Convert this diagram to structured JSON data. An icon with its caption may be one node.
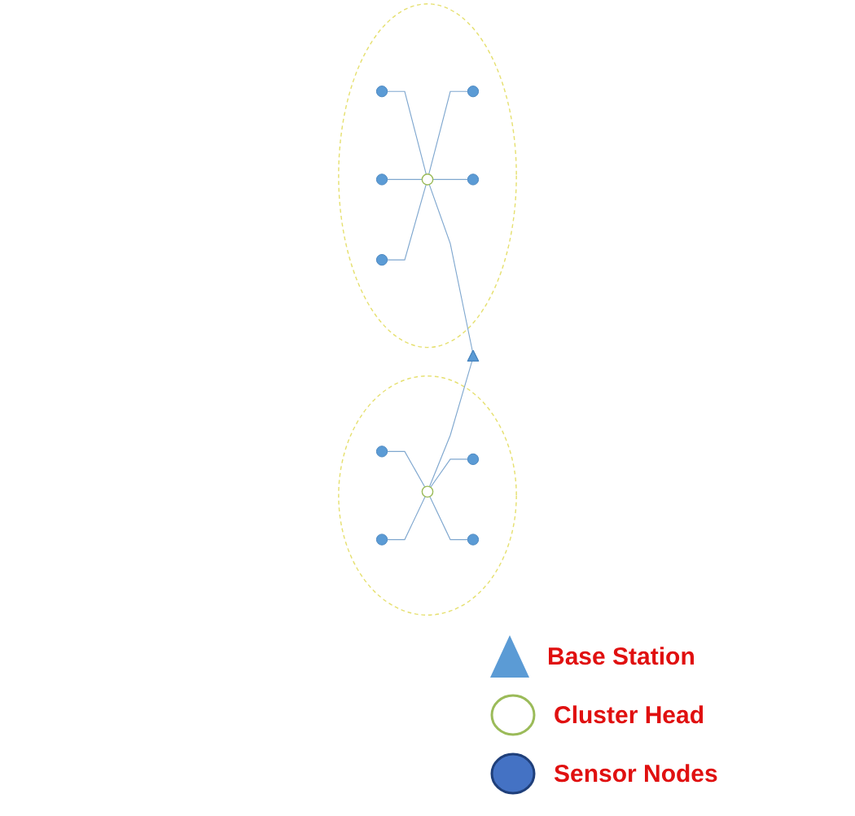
{
  "diagram": {
    "nodes": [
      {
        "text": [],
        "shape": "circle"
      },
      {
        "text": [],
        "shape": "circle",
        "in": 0
      },
      {
        "text": [],
        "shape": "circle",
        "in": 0
      },
      {
        "text": [],
        "shape": "circle",
        "in": 0
      },
      {
        "text": [],
        "shape": "circle",
        "in": 0
      },
      {
        "text": [],
        "shape": "circle",
        "in": 0
      },
      {
        "text": [],
        "shape": "circle"
      },
      {
        "text": [],
        "shape": "circle",
        "in": 6
      },
      {
        "text": [],
        "shape": "circle",
        "in": 6
      },
      {
        "text": [],
        "shape": "circle",
        "in": 6
      },
      {
        "text": [],
        "shape": "circle",
        "in": 6
      },
      {
        "text": [],
        "shape": "circle",
        "in": 6
      },
      {
        "text": [],
        "shape": "circle",
        "in": 6
      },
      {
        "text": [],
        "shape": "triangle"
      }
    ],
    "edges": [
      {
        "from": 2,
        "to": 1,
        "arrow": "none"
      },
      {
        "from": 1,
        "to": 3,
        "arrow": "none"
      },
      {
        "from": 4,
        "to": 1,
        "arrow": "none"
      },
      {
        "from": 1,
        "to": 5,
        "arrow": "none"
      },
      {
        "from": 7,
        "to": 8,
        "arrow": "none"
      },
      {
        "from": 9,
        "to": 7,
        "arrow": "none"
      },
      {
        "from": 10,
        "to": 7,
        "arrow": "none"
      },
      {
        "from": 11,
        "to": 7,
        "arrow": "none"
      },
      {
        "from": 7,
        "to": 12,
        "arrow": "none"
      },
      {
        "from": 1,
        "to": 13,
        "arrow": "none"
      },
      {
        "from": 7,
        "to": 13,
        "arrow": "none"
      }
    ],
    "legend": [
      {
        "text": "Base Station"
      },
      {
        "text": "Cluster Head"
      },
      {
        "text": "Sensor Nodes"
      }
    ]
  }
}
